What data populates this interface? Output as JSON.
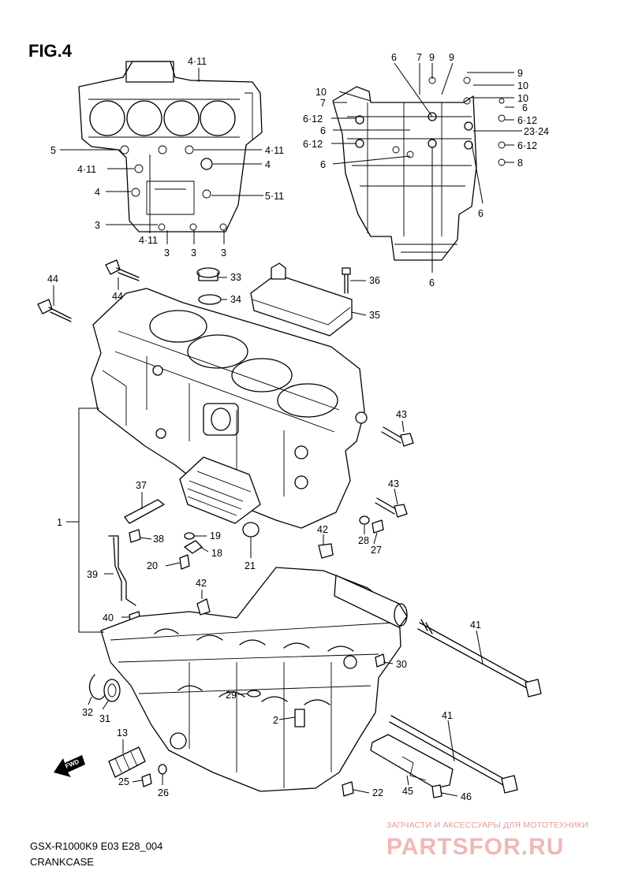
{
  "figure": {
    "title": "FIG.4",
    "model_code": "GSX-R1000K9 E03 E28_004",
    "caption": "CRANKCASE"
  },
  "watermark": {
    "line1": "ЗАПЧАСТИ И АКСЕССУАРЫ ДЛЯ МОТОТЕХНИКИ",
    "line2": "PARTSFOR.RU"
  },
  "direction_badge": "FWD",
  "callouts": {
    "inset_left": [
      "4·11",
      "5",
      "4·11",
      "4",
      "3",
      "4·11",
      "3",
      "3",
      "3",
      "4·11",
      "4",
      "5·11"
    ],
    "inset_right": [
      "6",
      "7",
      "9",
      "9",
      "9",
      "10",
      "10",
      "7",
      "10",
      "6·12",
      "6",
      "6",
      "6·12",
      "6·12",
      "23·24",
      "6",
      "6·12",
      "8",
      "6",
      "6"
    ],
    "main": [
      "44",
      "44",
      "33",
      "34",
      "36",
      "35",
      "43",
      "43",
      "37",
      "38",
      "19",
      "18",
      "20",
      "21",
      "42",
      "28",
      "27",
      "39",
      "42",
      "40",
      "41",
      "30",
      "29",
      "2",
      "32",
      "31",
      "41",
      "13",
      "25",
      "26",
      "45",
      "22",
      "46",
      "1"
    ]
  },
  "colors": {
    "line": "#000000",
    "watermark_light": "#f0b8b8",
    "watermark_text": "#e49a9a"
  }
}
